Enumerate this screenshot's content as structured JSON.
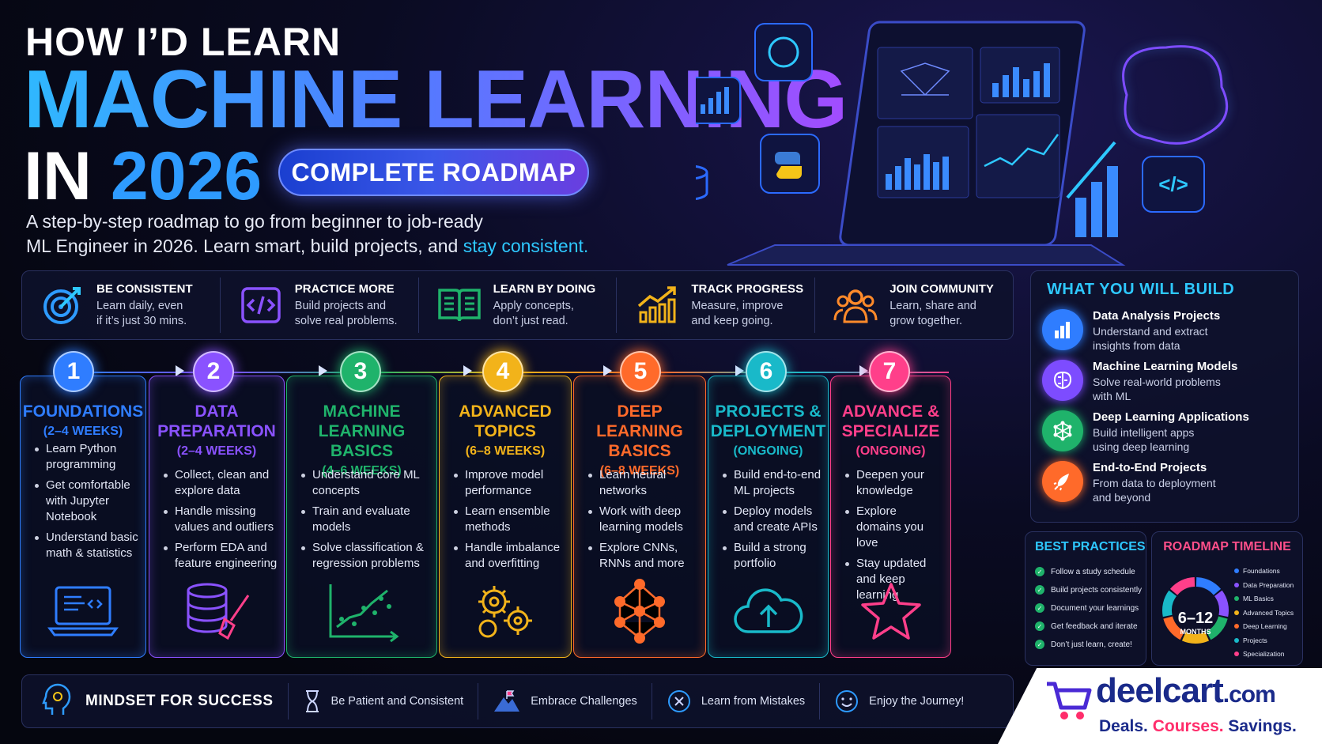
{
  "header": {
    "line1": "HOW I’D LEARN",
    "line2": "MACHINE LEARNING",
    "line3_prefix": "IN ",
    "line3_year": "2026",
    "pill": "COMPLETE ROADMAP",
    "subtitle_a": "A step-by-step roadmap to go from beginner to job-ready",
    "subtitle_b": "ML Engineer in 2026. Learn smart, build projects, and ",
    "subtitle_hl": "stay consistent."
  },
  "tips": [
    {
      "title": "BE CONSISTENT",
      "desc1": "Learn daily, even",
      "desc2": "if it’s just 30 mins.",
      "icon": "target-icon"
    },
    {
      "title": "PRACTICE MORE",
      "desc1": "Build projects and",
      "desc2": "solve real problems.",
      "icon": "code-icon"
    },
    {
      "title": "LEARN BY DOING",
      "desc1": "Apply concepts,",
      "desc2": "don’t just read.",
      "icon": "book-icon"
    },
    {
      "title": "TRACK PROGRESS",
      "desc1": "Measure, improve",
      "desc2": "and keep going.",
      "icon": "chart-up-icon"
    },
    {
      "title": "JOIN COMMUNITY",
      "desc1": "Learn, share and",
      "desc2": "grow together.",
      "icon": "people-icon"
    }
  ],
  "steps": [
    {
      "num": "1",
      "title1": "FOUNDATIONS",
      "title2": "",
      "dur": "(2–4 WEEKS)",
      "color": "#2f7dff",
      "items": [
        "Learn Python programming",
        "Get comfortable with Jupyter Notebook",
        "Understand basic math & statistics"
      ]
    },
    {
      "num": "2",
      "title1": "DATA",
      "title2": "PREPARATION",
      "dur": "(2–4 WEEKS)",
      "color": "#8a52ff",
      "items": [
        "Collect, clean and explore data",
        "Handle missing values and outliers",
        "Perform EDA and feature engineering"
      ]
    },
    {
      "num": "3",
      "title1": "MACHINE",
      "title2": "LEARNING BASICS",
      "dur": "(4–6 WEEKS)",
      "color": "#1fb36b",
      "items": [
        "Understand core ML concepts",
        "Train and evaluate models",
        "Solve classification & regression problems"
      ]
    },
    {
      "num": "4",
      "title1": "ADVANCED",
      "title2": "TOPICS",
      "dur": "(6–8 WEEKS)",
      "color": "#f2b31a",
      "items": [
        "Improve model performance",
        "Learn ensemble methods",
        "Handle imbalance and overfitting"
      ]
    },
    {
      "num": "5",
      "title1": "DEEP LEARNING",
      "title2": "BASICS",
      "dur": "(6–8 WEEKS)",
      "color": "#ff6a2a",
      "items": [
        "Learn neural networks",
        "Work with deep learning models",
        "Explore CNNs, RNNs and more"
      ]
    },
    {
      "num": "6",
      "title1": "PROJECTS &",
      "title2": "DEPLOYMENT",
      "dur": "(ONGOING)",
      "color": "#19b9c9",
      "items": [
        "Build end-to-end ML projects",
        "Deploy models and create APIs",
        "Build a strong portfolio"
      ]
    },
    {
      "num": "7",
      "title1": "ADVANCE &",
      "title2": "SPECIALIZE",
      "dur": "(ONGOING)",
      "color": "#ff3f8a",
      "items": [
        "Deepen your knowledge",
        "Explore domains you love",
        "Stay updated and keep learning"
      ]
    }
  ],
  "mindset": {
    "title": "MINDSET FOR SUCCESS",
    "items": [
      "Be Patient and Consistent",
      "Embrace Challenges",
      "Learn from Mistakes",
      "Enjoy the Journey!"
    ]
  },
  "build": {
    "title": "WHAT YOU WILL BUILD",
    "items": [
      {
        "title": "Data Analysis Projects",
        "d1": "Understand and extract",
        "d2": "insights from data",
        "color": "#2f7dff"
      },
      {
        "title": "Machine Learning Models",
        "d1": "Solve real-world problems",
        "d2": "with ML",
        "color": "#7d4cff"
      },
      {
        "title": "Deep Learning Applications",
        "d1": "Build intelligent apps",
        "d2": "using deep learning",
        "color": "#1fb36b"
      },
      {
        "title": "End-to-End Projects",
        "d1": "From data to deployment",
        "d2": "and beyond",
        "color": "#ff6a2a"
      }
    ]
  },
  "best": {
    "title": "BEST PRACTICES",
    "items": [
      "Follow a study schedule",
      "Build projects consistently",
      "Document your learnings",
      "Get feedback and iterate",
      "Don’t just learn, create!"
    ]
  },
  "timeline": {
    "title": "ROADMAP TIMELINE",
    "center_a": "6–12",
    "center_b": "MONTHS",
    "legend": [
      {
        "label": "Foundations",
        "color": "#2f7dff"
      },
      {
        "label": "Data Preparation",
        "color": "#8a52ff"
      },
      {
        "label": "ML Basics",
        "color": "#1fb36b"
      },
      {
        "label": "Advanced Topics",
        "color": "#f2b31a"
      },
      {
        "label": "Deep Learning",
        "color": "#ff6a2a"
      },
      {
        "label": "Projects",
        "color": "#19b9c9"
      },
      {
        "label": "Specialization",
        "color": "#ff3f8a"
      }
    ]
  },
  "logo": {
    "name": "deelcart",
    "tld": ".com",
    "tag_a": "Deals. ",
    "tag_b": "Courses. ",
    "tag_c": "Savings."
  }
}
